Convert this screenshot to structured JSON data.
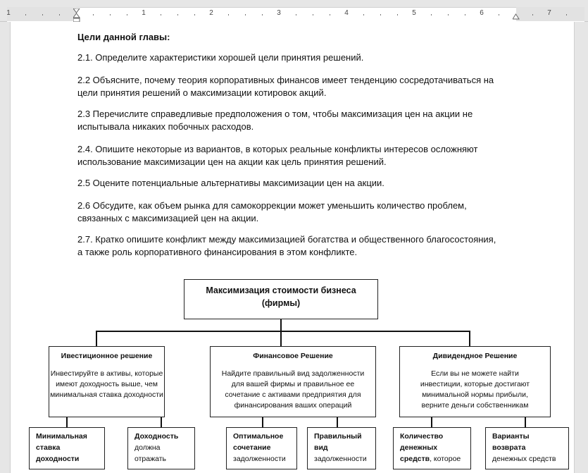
{
  "ruler": {
    "labels": [
      "1",
      "1",
      "2",
      "3",
      "4",
      "5",
      "6",
      "7"
    ]
  },
  "document": {
    "heading": "Цели данной главы:",
    "paragraphs": [
      "2.1. Определите характеристики хорошей цели принятия решений.",
      [
        "2.2  Объясните, почему теория корпоративных финансов имеет тенденцию сосредотачиваться на",
        "цели принятия решений о максимизации котировок акций."
      ],
      [
        "2.3 Перечислите справедливые предположения о том, чтобы максимизация цен на акции не",
        "испытывала никаких побочных расходов."
      ],
      [
        "2.4. Опишите некоторые из вариантов, в которых реальные конфликты интересов осложняют",
        "использование максимизации цен на акции как цель принятия решений."
      ],
      "2.5 Оцените потенциальные альтернативы максимизации цен на акции.",
      [
        "2.6 Обсудите, как объем рынка для самокоррекции может уменьшить количество проблем,",
        "связанных с максимизацией цен на акции."
      ],
      [
        "2.7. Кратко опишите конфликт между максимизацией богатства и общественного благосостояния,",
        "а также роль корпоративного финансирования в этом конфликте."
      ]
    ]
  },
  "diagram": {
    "root": {
      "line1": "Максимизация стоимости бизнеса",
      "line2": "(фирмы)"
    },
    "decisions": [
      {
        "title": "Ивестиционное решение",
        "body": [
          "Инвестируйте в активы, которые",
          "имеют доходность выше, чем",
          "минимальная ставка доходности"
        ]
      },
      {
        "title": "Финансовое Решение",
        "body": [
          "Найдите правильный вид задолженности",
          "для вашей фирмы и правильное ее",
          "сочетание с активами предприятия для",
          "финансирования ваших операций"
        ]
      },
      {
        "title": "Дивидендное Решение",
        "body": [
          "Если вы не можете найти",
          "инвестиции, которые достигают",
          "минимальной нормы прибыли,",
          "верните деньги собственникам"
        ]
      }
    ],
    "subs": [
      {
        "bold": [
          "Минимальная",
          "ставка",
          "доходности"
        ],
        "normal": []
      },
      {
        "bold": [
          "Доходность"
        ],
        "normal": [
          "должна",
          "отражать"
        ]
      },
      {
        "bold": [
          "Оптимальное",
          "сочетание"
        ],
        "normal": [
          "задолженности"
        ]
      },
      {
        "bold": [
          "Правильный",
          "вид"
        ],
        "normal": [
          "задолженности"
        ]
      },
      {
        "bold": [
          "Количество",
          "денежных"
        ],
        "mixed": {
          "bold": "средств",
          "normal": ", которое"
        }
      },
      {
        "bold": [
          "Варианты",
          "возврата"
        ],
        "normal": [
          "денежных средств"
        ]
      }
    ]
  }
}
